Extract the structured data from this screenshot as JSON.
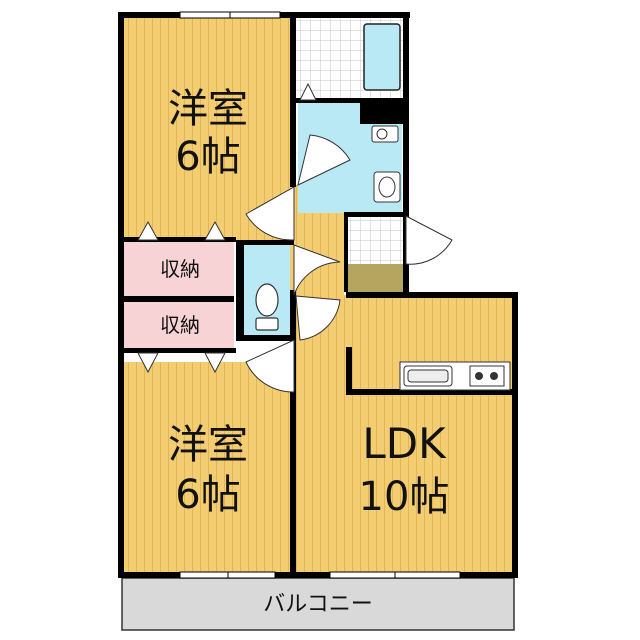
{
  "rooms": {
    "western_room_top": {
      "name": "洋室",
      "size": "6帖"
    },
    "western_room_bottom": {
      "name": "洋室",
      "size": "6帖"
    },
    "ldk": {
      "name": "LDK",
      "size": "10帖"
    },
    "closet_top": {
      "name": "収納"
    },
    "closet_bottom": {
      "name": "収納"
    },
    "balcony": {
      "name": "バルコニー"
    }
  },
  "colors": {
    "wood_floor": "#F3CD72",
    "wood_stripe": "#E6B552",
    "wet_area": "#B9E9F5",
    "tile_floor": "#FFFFFF",
    "tile_line": "#BBBBBB",
    "closet": "#F7D3D5",
    "entrance": "#B5A55F",
    "balcony": "#D9D9D9",
    "wall": "#000000"
  }
}
